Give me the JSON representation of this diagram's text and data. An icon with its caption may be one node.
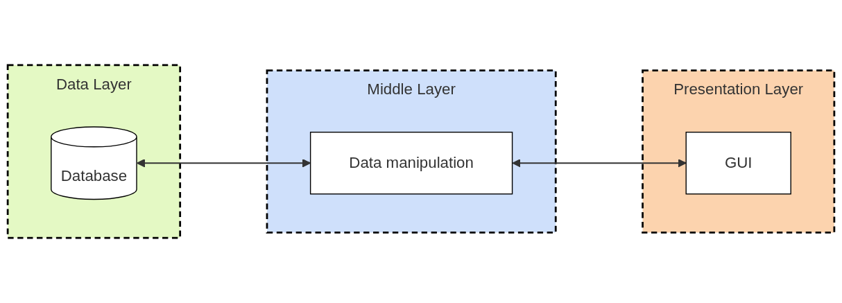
{
  "diagram": {
    "nodes": [
      {
        "text": [
          "Data Layer"
        ]
      },
      {
        "text": [
          "Database"
        ],
        "in": 0
      },
      {
        "text": [
          "Middle Layer"
        ]
      },
      {
        "text": [
          "Data manipulation"
        ],
        "in": 2
      },
      {
        "text": [
          "Presentation Layer"
        ]
      },
      {
        "text": [
          "GUI"
        ],
        "in": 4
      }
    ],
    "edges": [
      {
        "from": 1,
        "to": 3,
        "arrow": "both"
      },
      {
        "from": 3,
        "to": 5,
        "arrow": "both"
      }
    ]
  }
}
